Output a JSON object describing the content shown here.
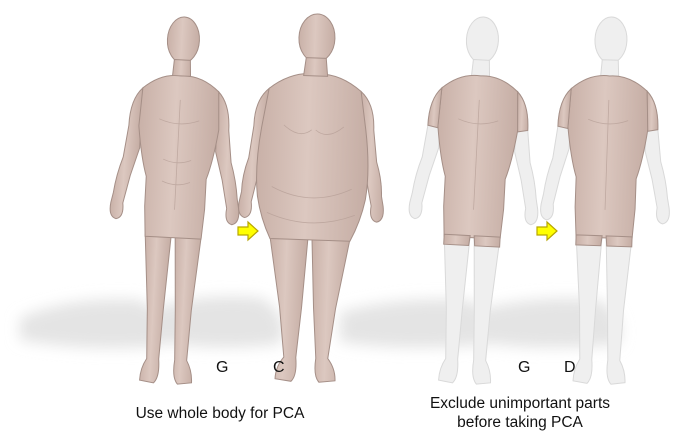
{
  "panels": [
    {
      "id": "left",
      "figures": [
        {
          "letter": "G",
          "build": "slim",
          "render": "full"
        },
        {
          "letter": "C",
          "build": "heavy",
          "render": "full"
        }
      ]
    },
    {
      "id": "right",
      "figures": [
        {
          "letter": "G",
          "build": "slim",
          "render": "torso-only"
        },
        {
          "letter": "D",
          "build": "slim",
          "render": "torso-only"
        }
      ]
    }
  ],
  "captions": {
    "left": "Use whole body for PCA",
    "right_line1": "Exclude unimportant parts",
    "right_line2": "before taking PCA"
  },
  "colors": {
    "skin": "#d7c2ba",
    "skin_edge": "#a58f87",
    "ghost": "#efefef",
    "ghost_edge": "#d9d9d9",
    "arrow": "#ffff00",
    "arrow_edge": "#b8a600",
    "shadow": "#e6e6e6"
  },
  "icons": [
    "right-arrow-icon",
    "right-arrow-icon"
  ]
}
